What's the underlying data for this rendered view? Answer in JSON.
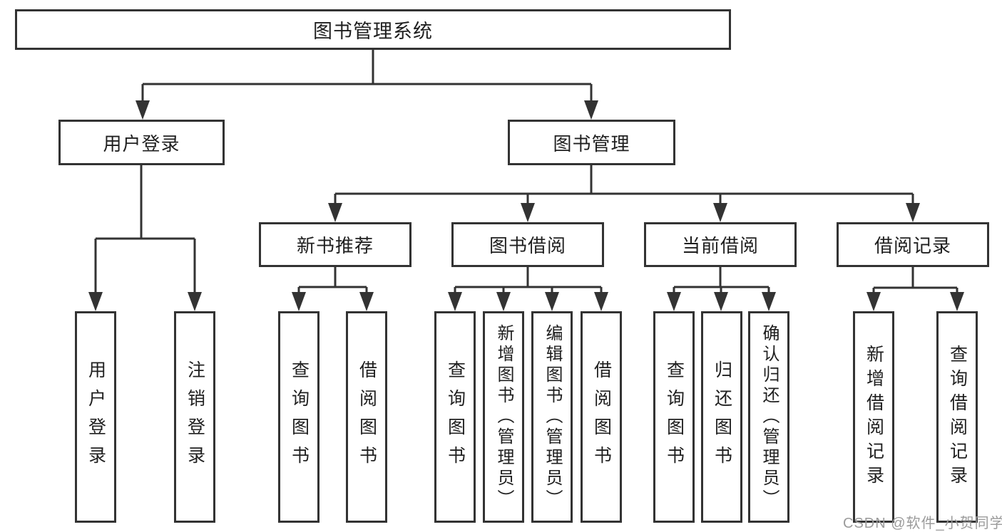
{
  "diagram": {
    "title_node": "图书管理系统",
    "branches": [
      {
        "label": "用户登录",
        "children": [
          {
            "label": "用户登录"
          },
          {
            "label": "注销登录"
          }
        ]
      },
      {
        "label": "图书管理",
        "children": [
          {
            "label": "新书推荐",
            "children": [
              {
                "label": "查询图书"
              },
              {
                "label": "借阅图书"
              }
            ]
          },
          {
            "label": "图书借阅",
            "children": [
              {
                "label": "查询图书"
              },
              {
                "label": "新增图书（管理员）"
              },
              {
                "label": "编辑图书（管理员）"
              },
              {
                "label": "借阅图书"
              }
            ]
          },
          {
            "label": "当前借阅",
            "children": [
              {
                "label": "查询图书"
              },
              {
                "label": "归还图书"
              },
              {
                "label": "确认归还（管理员）"
              }
            ]
          },
          {
            "label": "借阅记录",
            "children": [
              {
                "label": "新增借阅记录"
              },
              {
                "label": "查询借阅记录"
              }
            ]
          }
        ]
      }
    ]
  },
  "watermark": {
    "text": "CSDN @软件_小贺同学"
  },
  "colors": {
    "line": "#333333",
    "text": "#1f1f1f",
    "background": "#ffffff",
    "watermark": "#9b9b9b"
  }
}
